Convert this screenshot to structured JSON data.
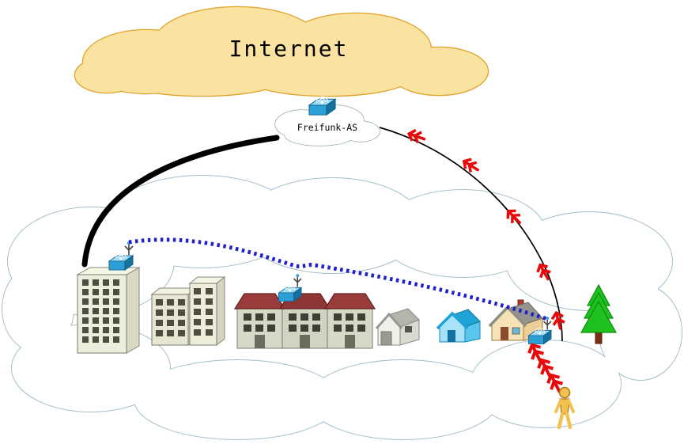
{
  "labels": {
    "internet": "Internet",
    "freifunk_as": "Freifunk-AS"
  },
  "colors": {
    "internet_cloud_fill": "#FAE3A0",
    "internet_cloud_stroke": "#DFA129",
    "area_cloud_stroke": "#A4BFC9",
    "small_cloud_stroke": "#8FA6AD",
    "vpn_link": "#000000",
    "wifi_backbone": "#2121CC",
    "radio_marker": "#E80A0A",
    "router_blue": "#2B9FD6",
    "roof_red": "#9A3C3C",
    "tree_green": "#1FC11F",
    "person_yellow": "#F2C14E"
  },
  "nodes": [
    {
      "id": "internet-cloud",
      "type": "cloud",
      "label": "Internet"
    },
    {
      "id": "freifunk-as-cloud",
      "type": "cloud",
      "label": "Freifunk-AS"
    },
    {
      "id": "freifunk-router",
      "type": "router"
    },
    {
      "id": "tall-building",
      "type": "building"
    },
    {
      "id": "office-building",
      "type": "building"
    },
    {
      "id": "row-houses",
      "type": "building"
    },
    {
      "id": "gray-house",
      "type": "house"
    },
    {
      "id": "blue-house",
      "type": "house"
    },
    {
      "id": "orange-house",
      "type": "house"
    },
    {
      "id": "rooftop-router-left",
      "type": "router"
    },
    {
      "id": "rooftop-router-center",
      "type": "router"
    },
    {
      "id": "client-router-right",
      "type": "router"
    },
    {
      "id": "tree",
      "type": "tree"
    },
    {
      "id": "person",
      "type": "person"
    }
  ],
  "links": [
    {
      "id": "vpn-uplink",
      "from": "tall-building",
      "to": "freifunk-as-cloud",
      "style": "thick-solid-black"
    },
    {
      "id": "radio-uplink",
      "from": "freifunk-as-cloud",
      "to": "client-router-right",
      "style": "thin-black-with-red-antenna-markers",
      "marker_count": 5
    },
    {
      "id": "wifi-backbone",
      "from": "rooftop-router-left",
      "to": "client-router-right",
      "style": "blue-dotted"
    },
    {
      "id": "client-access",
      "from": "client-router-right",
      "to": "person",
      "style": "red-dashed-arrows",
      "marker_count": 3
    }
  ]
}
